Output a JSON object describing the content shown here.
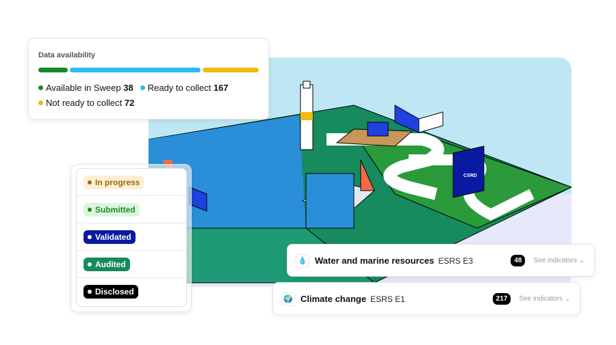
{
  "availability": {
    "title": "Data availability",
    "segments": [
      {
        "label": "Available in Sweep",
        "value": 38,
        "color": "#178a2b"
      },
      {
        "label": "Ready to collect",
        "value": 167,
        "color": "#2bbcf5"
      },
      {
        "label": "Not ready to collect",
        "value": 72,
        "color": "#efbb10"
      }
    ]
  },
  "statuses": [
    {
      "label": "In progress",
      "bg": "#fdf0d2",
      "fg": "#9a6a0a",
      "dot": "#9a6a0a"
    },
    {
      "label": "Submitted",
      "bg": "#dcf5dd",
      "fg": "#1b8a2a",
      "dot": "#1b8a2a"
    },
    {
      "label": "Validated",
      "bg": "#0a1aa0",
      "fg": "#ffffff",
      "dot": "#ffffff"
    },
    {
      "label": "Audited",
      "bg": "#168a5e",
      "fg": "#ffffff",
      "dot": "#ffffff"
    },
    {
      "label": "Disclosed",
      "bg": "#000000",
      "fg": "#ffffff",
      "dot": "#ffffff"
    }
  ],
  "esrs": [
    {
      "icon": "water-drop-icon",
      "glyph": "💧",
      "title": "Water and marine resources",
      "code": "ESRS E3",
      "count": "48",
      "link": "See indicators"
    },
    {
      "icon": "globe-icon",
      "glyph": "🌍",
      "title": "Climate change",
      "code": "ESRS E1",
      "count": "217",
      "link": "See indicators"
    }
  ],
  "illustration": {
    "flag_text": "CSRD"
  }
}
